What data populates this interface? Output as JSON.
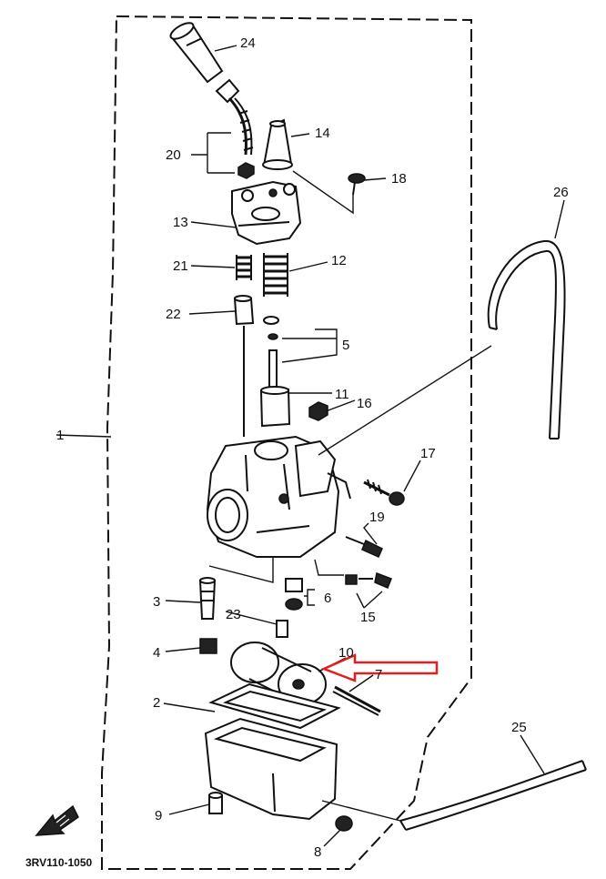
{
  "diagram_code": "3RV110-1050",
  "callouts": {
    "c1": "1",
    "c2": "2",
    "c3": "3",
    "c4": "4",
    "c5": "5",
    "c6": "6",
    "c7": "7",
    "c8": "8",
    "c9": "9",
    "c10": "10",
    "c11": "11",
    "c12": "12",
    "c13": "13",
    "c14": "14",
    "c15": "15",
    "c16": "16",
    "c17": "17",
    "c18": "18",
    "c19": "19",
    "c20": "20",
    "c21": "21",
    "c22": "22",
    "c23": "23",
    "c24": "24",
    "c25": "25",
    "c26": "26"
  },
  "colors": {
    "ink": "#111111",
    "highlight_arrow": "#e02020",
    "background": "#ffffff"
  }
}
